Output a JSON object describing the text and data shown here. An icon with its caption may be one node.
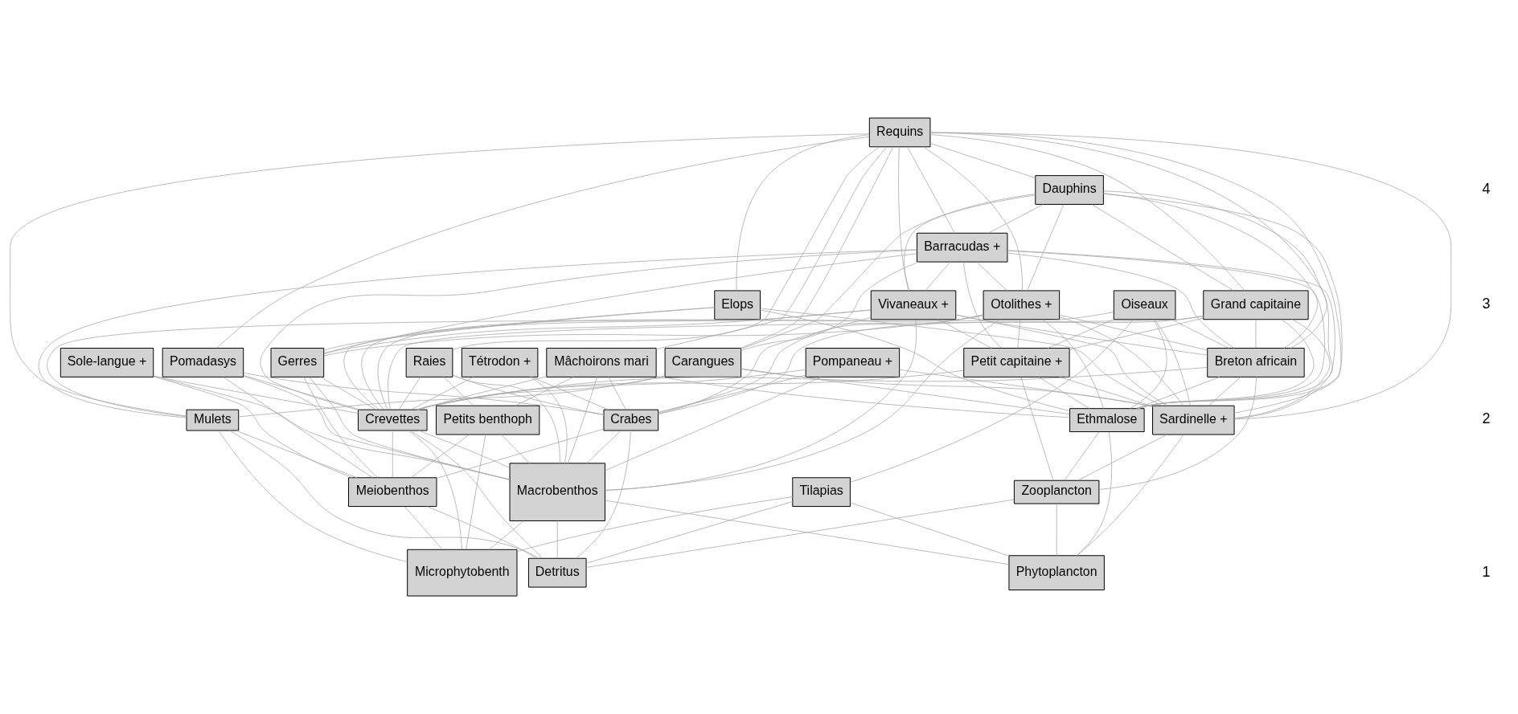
{
  "diagram": {
    "nodes": [
      {
        "text": [
          "Requins"
        ]
      },
      {
        "text": [
          "Dauphins"
        ]
      },
      {
        "text": [
          "Barracudas +"
        ]
      },
      {
        "text": [
          "Oiseaux"
        ]
      },
      {
        "text": [
          "Otolithes +"
        ]
      },
      {
        "text": [
          "Vivaneaux +"
        ]
      },
      {
        "text": [
          "Grand capitaine"
        ]
      },
      {
        "text": [
          "Mâchoirons mari"
        ]
      },
      {
        "text": [
          "Elops"
        ]
      },
      {
        "text": [
          "Tétrodon +"
        ]
      },
      {
        "text": [
          "Pompaneau +"
        ]
      },
      {
        "text": [
          "Raies"
        ]
      },
      {
        "text": [
          "Petit capitaine +"
        ]
      },
      {
        "text": [
          "Carangues"
        ]
      },
      {
        "text": [
          "Breton africain"
        ]
      },
      {
        "text": [
          "Sole-langue +"
        ]
      },
      {
        "text": [
          "Pomadasys"
        ]
      },
      {
        "text": [
          "Gerres"
        ]
      },
      {
        "text": [
          "Crabes"
        ]
      },
      {
        "text": [
          "Sardinelle +"
        ]
      },
      {
        "text": [
          "Mulets"
        ]
      },
      {
        "text": [
          "Ethmalose"
        ]
      },
      {
        "text": [
          "Crevettes"
        ]
      },
      {
        "text": [
          "Petits benthoph"
        ]
      },
      {
        "text": [
          "Meiobenthos"
        ]
      },
      {
        "text": [
          "Zooplancton"
        ]
      },
      {
        "text": [
          "Tilapias"
        ]
      },
      {
        "text": [
          "Macrobenthos"
        ]
      },
      {
        "text": [
          "Phytoplancton"
        ]
      },
      {
        "text": [
          "Microphytobenth"
        ]
      },
      {
        "text": [
          "Detritus"
        ]
      }
    ],
    "edges": [
      {
        "from": 1,
        "to": 0,
        "arrow": "none"
      },
      {
        "from": 2,
        "to": 0,
        "arrow": "none"
      },
      {
        "from": 4,
        "to": 0,
        "arrow": "none"
      },
      {
        "from": 5,
        "to": 0,
        "arrow": "none"
      },
      {
        "from": 6,
        "to": 0,
        "arrow": "none"
      },
      {
        "from": 7,
        "to": 0,
        "arrow": "none"
      },
      {
        "from": 8,
        "to": 0,
        "arrow": "none"
      },
      {
        "from": 11,
        "to": 0,
        "arrow": "none"
      },
      {
        "from": 13,
        "to": 0,
        "arrow": "none"
      },
      {
        "from": 14,
        "to": 0,
        "arrow": "none"
      },
      {
        "from": 16,
        "to": 0,
        "arrow": "none"
      },
      {
        "from": 19,
        "to": 0,
        "arrow": "none"
      },
      {
        "from": 21,
        "to": 0,
        "arrow": "none"
      },
      {
        "from": 20,
        "to": 0,
        "arrow": "none"
      },
      {
        "from": 2,
        "to": 1,
        "arrow": "none"
      },
      {
        "from": 4,
        "to": 1,
        "arrow": "none"
      },
      {
        "from": 5,
        "to": 1,
        "arrow": "none"
      },
      {
        "from": 6,
        "to": 1,
        "arrow": "none"
      },
      {
        "from": 13,
        "to": 1,
        "arrow": "none"
      },
      {
        "from": 14,
        "to": 1,
        "arrow": "none"
      },
      {
        "from": 19,
        "to": 1,
        "arrow": "none"
      },
      {
        "from": 21,
        "to": 1,
        "arrow": "none"
      },
      {
        "from": 4,
        "to": 2,
        "arrow": "none"
      },
      {
        "from": 5,
        "to": 2,
        "arrow": "none"
      },
      {
        "from": 12,
        "to": 2,
        "arrow": "none"
      },
      {
        "from": 13,
        "to": 2,
        "arrow": "none"
      },
      {
        "from": 14,
        "to": 2,
        "arrow": "none"
      },
      {
        "from": 17,
        "to": 2,
        "arrow": "none"
      },
      {
        "from": 19,
        "to": 2,
        "arrow": "none"
      },
      {
        "from": 21,
        "to": 2,
        "arrow": "none"
      },
      {
        "from": 20,
        "to": 2,
        "arrow": "none"
      },
      {
        "from": 22,
        "to": 2,
        "arrow": "none"
      },
      {
        "from": 12,
        "to": 3,
        "arrow": "none"
      },
      {
        "from": 14,
        "to": 3,
        "arrow": "none"
      },
      {
        "from": 19,
        "to": 3,
        "arrow": "none"
      },
      {
        "from": 21,
        "to": 3,
        "arrow": "none"
      },
      {
        "from": 20,
        "to": 3,
        "arrow": "none"
      },
      {
        "from": 26,
        "to": 3,
        "arrow": "none"
      },
      {
        "from": 12,
        "to": 4,
        "arrow": "none"
      },
      {
        "from": 14,
        "to": 4,
        "arrow": "none"
      },
      {
        "from": 17,
        "to": 4,
        "arrow": "none"
      },
      {
        "from": 19,
        "to": 4,
        "arrow": "none"
      },
      {
        "from": 21,
        "to": 4,
        "arrow": "none"
      },
      {
        "from": 22,
        "to": 4,
        "arrow": "none"
      },
      {
        "from": 18,
        "to": 4,
        "arrow": "none"
      },
      {
        "from": 27,
        "to": 4,
        "arrow": "none"
      },
      {
        "from": 12,
        "to": 5,
        "arrow": "none"
      },
      {
        "from": 14,
        "to": 5,
        "arrow": "none"
      },
      {
        "from": 17,
        "to": 5,
        "arrow": "none"
      },
      {
        "from": 19,
        "to": 5,
        "arrow": "none"
      },
      {
        "from": 22,
        "to": 5,
        "arrow": "none"
      },
      {
        "from": 18,
        "to": 5,
        "arrow": "none"
      },
      {
        "from": 27,
        "to": 5,
        "arrow": "none"
      },
      {
        "from": 12,
        "to": 6,
        "arrow": "none"
      },
      {
        "from": 14,
        "to": 6,
        "arrow": "none"
      },
      {
        "from": 19,
        "to": 6,
        "arrow": "none"
      },
      {
        "from": 21,
        "to": 6,
        "arrow": "none"
      },
      {
        "from": 22,
        "to": 6,
        "arrow": "none"
      },
      {
        "from": 18,
        "to": 6,
        "arrow": "none"
      },
      {
        "from": 18,
        "to": 7,
        "arrow": "none"
      },
      {
        "from": 22,
        "to": 7,
        "arrow": "none"
      },
      {
        "from": 27,
        "to": 7,
        "arrow": "none"
      },
      {
        "from": 23,
        "to": 7,
        "arrow": "none"
      },
      {
        "from": 21,
        "to": 7,
        "arrow": "none"
      },
      {
        "from": 19,
        "to": 8,
        "arrow": "none"
      },
      {
        "from": 21,
        "to": 8,
        "arrow": "none"
      },
      {
        "from": 22,
        "to": 8,
        "arrow": "none"
      },
      {
        "from": 17,
        "to": 8,
        "arrow": "none"
      },
      {
        "from": 18,
        "to": 9,
        "arrow": "none"
      },
      {
        "from": 22,
        "to": 9,
        "arrow": "none"
      },
      {
        "from": 27,
        "to": 9,
        "arrow": "none"
      },
      {
        "from": 18,
        "to": 10,
        "arrow": "none"
      },
      {
        "from": 22,
        "to": 10,
        "arrow": "none"
      },
      {
        "from": 27,
        "to": 10,
        "arrow": "none"
      },
      {
        "from": 19,
        "to": 10,
        "arrow": "none"
      },
      {
        "from": 18,
        "to": 11,
        "arrow": "none"
      },
      {
        "from": 22,
        "to": 11,
        "arrow": "none"
      },
      {
        "from": 27,
        "to": 11,
        "arrow": "none"
      },
      {
        "from": 23,
        "to": 11,
        "arrow": "none"
      },
      {
        "from": 19,
        "to": 12,
        "arrow": "none"
      },
      {
        "from": 21,
        "to": 12,
        "arrow": "none"
      },
      {
        "from": 22,
        "to": 12,
        "arrow": "none"
      },
      {
        "from": 25,
        "to": 12,
        "arrow": "none"
      },
      {
        "from": 19,
        "to": 13,
        "arrow": "none"
      },
      {
        "from": 21,
        "to": 13,
        "arrow": "none"
      },
      {
        "from": 22,
        "to": 13,
        "arrow": "none"
      },
      {
        "from": 20,
        "to": 13,
        "arrow": "none"
      },
      {
        "from": 21,
        "to": 14,
        "arrow": "none"
      },
      {
        "from": 19,
        "to": 14,
        "arrow": "none"
      },
      {
        "from": 22,
        "to": 14,
        "arrow": "none"
      },
      {
        "from": 25,
        "to": 14,
        "arrow": "none"
      },
      {
        "from": 27,
        "to": 15,
        "arrow": "none"
      },
      {
        "from": 24,
        "to": 15,
        "arrow": "none"
      },
      {
        "from": 22,
        "to": 15,
        "arrow": "none"
      },
      {
        "from": 27,
        "to": 16,
        "arrow": "none"
      },
      {
        "from": 22,
        "to": 16,
        "arrow": "none"
      },
      {
        "from": 18,
        "to": 16,
        "arrow": "none"
      },
      {
        "from": 24,
        "to": 16,
        "arrow": "none"
      },
      {
        "from": 27,
        "to": 17,
        "arrow": "none"
      },
      {
        "from": 24,
        "to": 17,
        "arrow": "none"
      },
      {
        "from": 22,
        "to": 17,
        "arrow": "none"
      },
      {
        "from": 27,
        "to": 18,
        "arrow": "none"
      },
      {
        "from": 30,
        "to": 18,
        "arrow": "none"
      },
      {
        "from": 24,
        "to": 18,
        "arrow": "none"
      },
      {
        "from": 25,
        "to": 19,
        "arrow": "none"
      },
      {
        "from": 28,
        "to": 19,
        "arrow": "none"
      },
      {
        "from": 29,
        "to": 20,
        "arrow": "none"
      },
      {
        "from": 30,
        "to": 20,
        "arrow": "none"
      },
      {
        "from": 24,
        "to": 20,
        "arrow": "none"
      },
      {
        "from": 28,
        "to": 21,
        "arrow": "none"
      },
      {
        "from": 25,
        "to": 21,
        "arrow": "none"
      },
      {
        "from": 27,
        "to": 22,
        "arrow": "none"
      },
      {
        "from": 24,
        "to": 22,
        "arrow": "none"
      },
      {
        "from": 30,
        "to": 22,
        "arrow": "none"
      },
      {
        "from": 29,
        "to": 22,
        "arrow": "none"
      },
      {
        "from": 27,
        "to": 23,
        "arrow": "none"
      },
      {
        "from": 24,
        "to": 23,
        "arrow": "none"
      },
      {
        "from": 29,
        "to": 23,
        "arrow": "none"
      },
      {
        "from": 29,
        "to": 24,
        "arrow": "none"
      },
      {
        "from": 30,
        "to": 24,
        "arrow": "none"
      },
      {
        "from": 28,
        "to": 25,
        "arrow": "none"
      },
      {
        "from": 30,
        "to": 25,
        "arrow": "none"
      },
      {
        "from": 28,
        "to": 26,
        "arrow": "none"
      },
      {
        "from": 29,
        "to": 26,
        "arrow": "none"
      },
      {
        "from": 30,
        "to": 26,
        "arrow": "none"
      },
      {
        "from": 29,
        "to": 27,
        "arrow": "none"
      },
      {
        "from": 30,
        "to": 27,
        "arrow": "none"
      },
      {
        "from": 28,
        "to": 27,
        "arrow": "none"
      }
    ],
    "labels": [
      "4",
      "3",
      "2",
      "1"
    ]
  }
}
